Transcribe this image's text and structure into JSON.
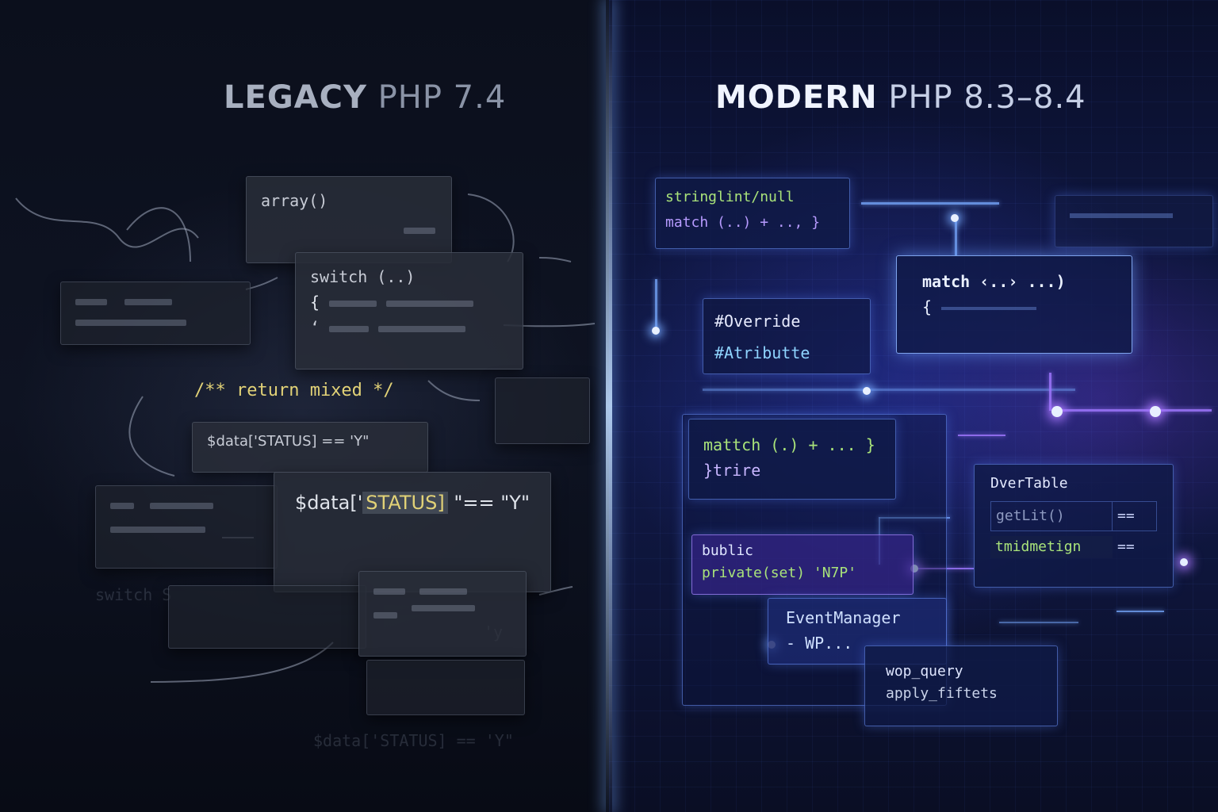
{
  "titles": {
    "legacy_bold": "LEGACY",
    "legacy_rest": "PHP 7.4",
    "modern_bold": "MODERN",
    "modern_rest": "PHP 8.3–8.4"
  },
  "legacy": {
    "card_array": "array()",
    "card_switch_line1": "switch (..)",
    "card_switch_line2": "{",
    "card_switch_line3": "‘",
    "comment": "/** return mixed */",
    "data_compare_small": "$data['STATUS] == 'Y\"",
    "data_compare_large_prefix": "$data['",
    "data_compare_large_key": "STATUS]",
    "data_compare_large_suffix": "\"== \"Y\"",
    "ghost_switch": "switch S",
    "ghost_data_bottom": "$data['STATUS] == 'Y\"",
    "ghost_y": "'y"
  },
  "modern": {
    "types_line1": "stringlint/null",
    "types_line2": "match (..) + .., }",
    "match_card_line1": "match ‹..› ...)",
    "match_card_line2": "{",
    "attr_line1": "#Override",
    "attr_line2": "#Atributte",
    "matth_line1": "mattch (.) + ... }",
    "matth_line2": "}trire",
    "bublic_line1": "bublic",
    "bublic_line2": "private(set) 'N7P'",
    "event_line1": "EventManager",
    "event_line2": "- WP...",
    "table_title": "DverTable",
    "table_cell1": "getLit()",
    "table_cell2": "==",
    "table_cell3": "tmidmetign",
    "table_cell4": "==",
    "wp_line1": "wop_query",
    "wp_line2": "apply_fiftets"
  },
  "colors": {
    "legacy_bg": "#0b0f1c",
    "modern_bg": "#111a4a",
    "accent_blue": "#78aaff",
    "accent_violet": "#a078ff",
    "code_green": "#a9e37a",
    "code_purple": "#b79bff",
    "code_yellow": "#e2d277"
  }
}
